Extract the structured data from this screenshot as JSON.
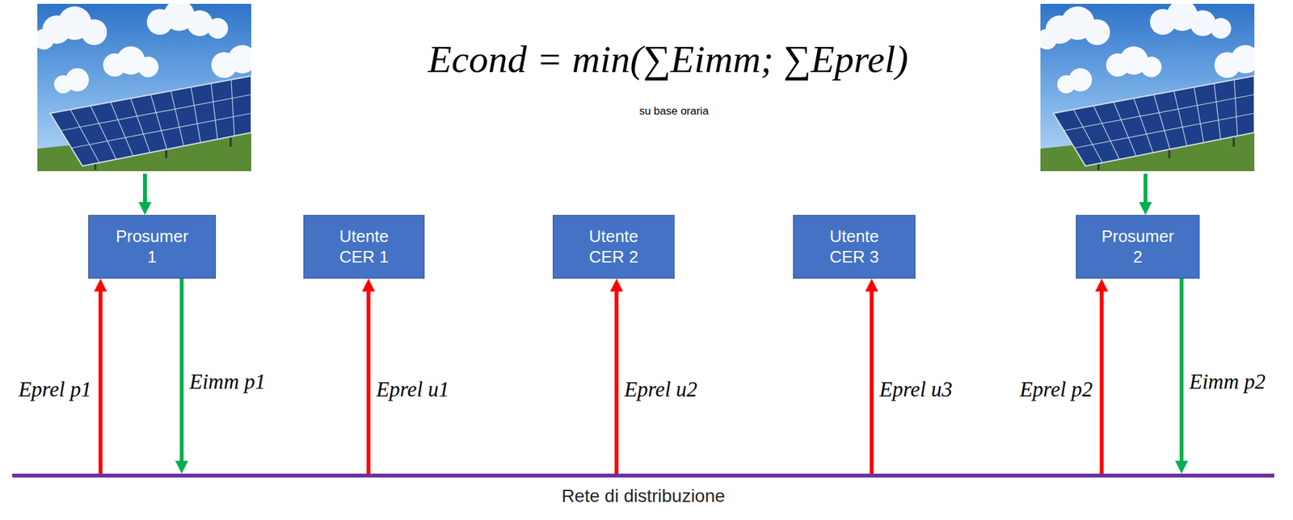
{
  "diagram": {
    "title": "Econd = min(∑Eimm; ∑Eprel)",
    "nodes": [
      {
        "text": [
          "Prosumer 1"
        ]
      },
      {
        "text": [
          "Utente CER 1"
        ]
      },
      {
        "text": [
          "Utente CER 2"
        ]
      },
      {
        "text": [
          "Utente CER 3"
        ]
      },
      {
        "text": [
          "Prosumer 2"
        ]
      },
      {
        "text": [
          "Rete di distribuzione"
        ]
      }
    ],
    "edges": [
      {
        "from": 5,
        "to": 0,
        "arrow": "to",
        "label": "Eprel p1"
      },
      {
        "from": 0,
        "to": 5,
        "arrow": "to",
        "label": "Eimm p1"
      },
      {
        "from": 5,
        "to": 1,
        "arrow": "to",
        "label": "Eprel u1"
      },
      {
        "from": 5,
        "to": 2,
        "arrow": "to",
        "label": "Eprel u2"
      },
      {
        "from": 5,
        "to": 3,
        "arrow": "to",
        "label": "Eprel u3"
      },
      {
        "from": 5,
        "to": 4,
        "arrow": "to",
        "label": "Eprel p2"
      },
      {
        "from": 4,
        "to": 5,
        "arrow": "to",
        "label": "Eimm p2"
      }
    ],
    "labels": [
      "su base oraria"
    ]
  }
}
